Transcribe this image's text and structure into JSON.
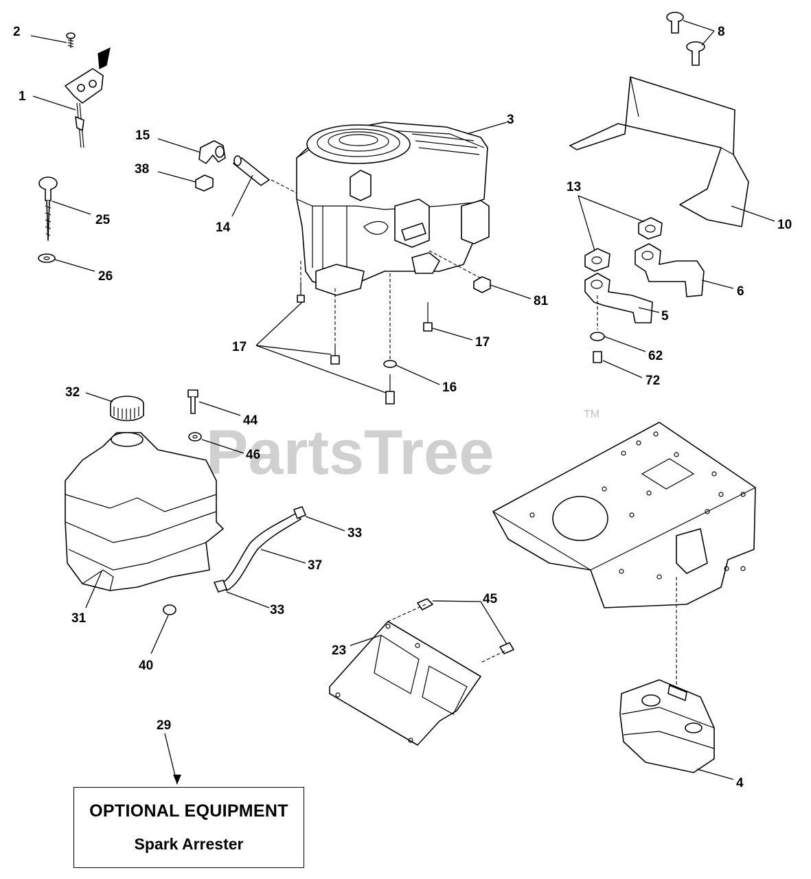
{
  "watermark": {
    "text": "PartsTree",
    "trademark": "TM"
  },
  "optional_box": {
    "title": "OPTIONAL EQUIPMENT",
    "subtitle": "Spark Arrester"
  },
  "callouts": [
    "1",
    "2",
    "3",
    "4",
    "5",
    "6",
    "8",
    "10",
    "13",
    "14",
    "15",
    "16",
    "17",
    "17",
    "23",
    "25",
    "26",
    "29",
    "31",
    "32",
    "33",
    "33",
    "37",
    "38",
    "40",
    "44",
    "45",
    "46",
    "62",
    "72",
    "81"
  ]
}
